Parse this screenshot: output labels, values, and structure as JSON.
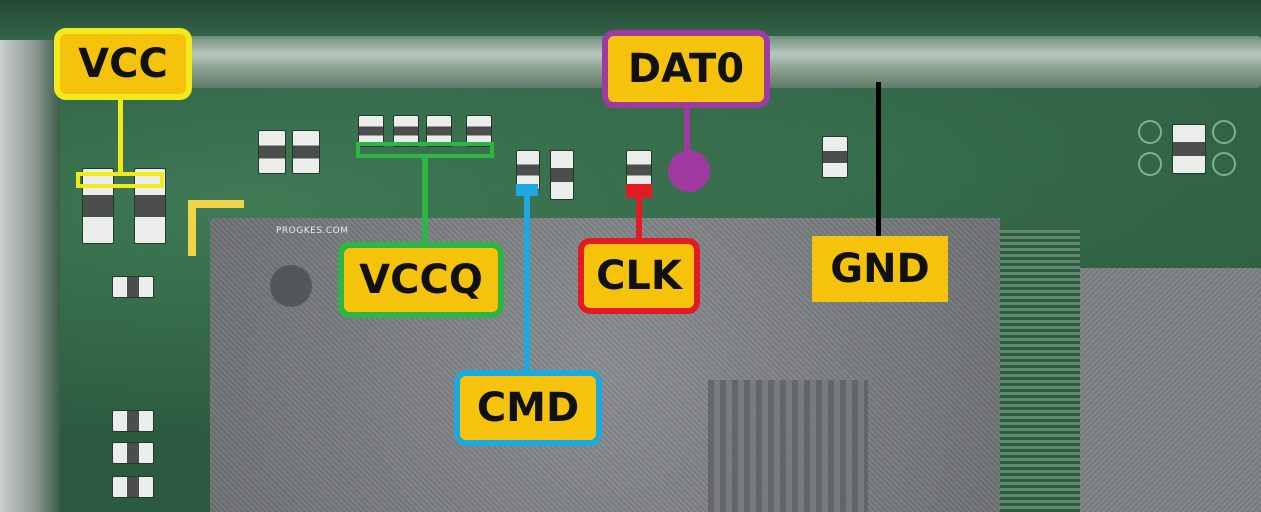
{
  "watermark": "PROGKES.COM",
  "labels": {
    "vcc": "VCC",
    "dat0": "DAT0",
    "vccq": "VCCQ",
    "clk": "CLK",
    "gnd": "GND",
    "cmd": "CMD"
  },
  "colors": {
    "vcc": "#f2ea1a",
    "dat0": "#a03aa0",
    "vccq": "#2fb446",
    "clk": "#e21b23",
    "gnd": "#000000",
    "cmd": "#1ea8e0",
    "label_fill": "#f6c30c"
  }
}
